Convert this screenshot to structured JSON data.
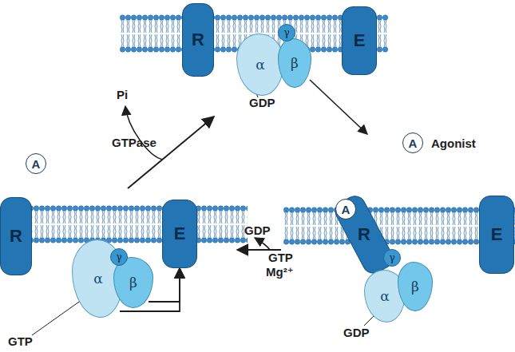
{
  "diagram": {
    "nodes": [
      {
        "text": [
          "R"
        ]
      },
      {
        "text": [
          "γ"
        ]
      },
      {
        "text": [
          "α"
        ]
      },
      {
        "text": [
          "β"
        ]
      },
      {
        "text": [
          "E"
        ]
      },
      {
        "text": [
          "A"
        ]
      },
      {
        "text": [
          "A"
        ]
      },
      {
        "text": [
          "R"
        ]
      },
      {
        "text": [
          "γ"
        ]
      },
      {
        "text": [
          "α"
        ]
      },
      {
        "text": [
          "β"
        ]
      },
      {
        "text": [
          "E"
        ]
      },
      {
        "text": [
          "A"
        ]
      },
      {
        "text": [
          "R"
        ]
      },
      {
        "text": [
          "γ"
        ]
      },
      {
        "text": [
          "α"
        ]
      },
      {
        "text": [
          "β"
        ]
      },
      {
        "text": [
          "E"
        ]
      }
    ],
    "edges": [
      {
        "from": 9,
        "to": 11,
        "arrow": "to"
      },
      {
        "from": 10,
        "to": 11,
        "arrow": "to"
      }
    ],
    "labels": [
      "Pi",
      "GDP",
      "GTPase",
      "Agonist",
      "GDP",
      "GTP",
      "Mg²⁺",
      "GTP",
      "GDP"
    ]
  }
}
